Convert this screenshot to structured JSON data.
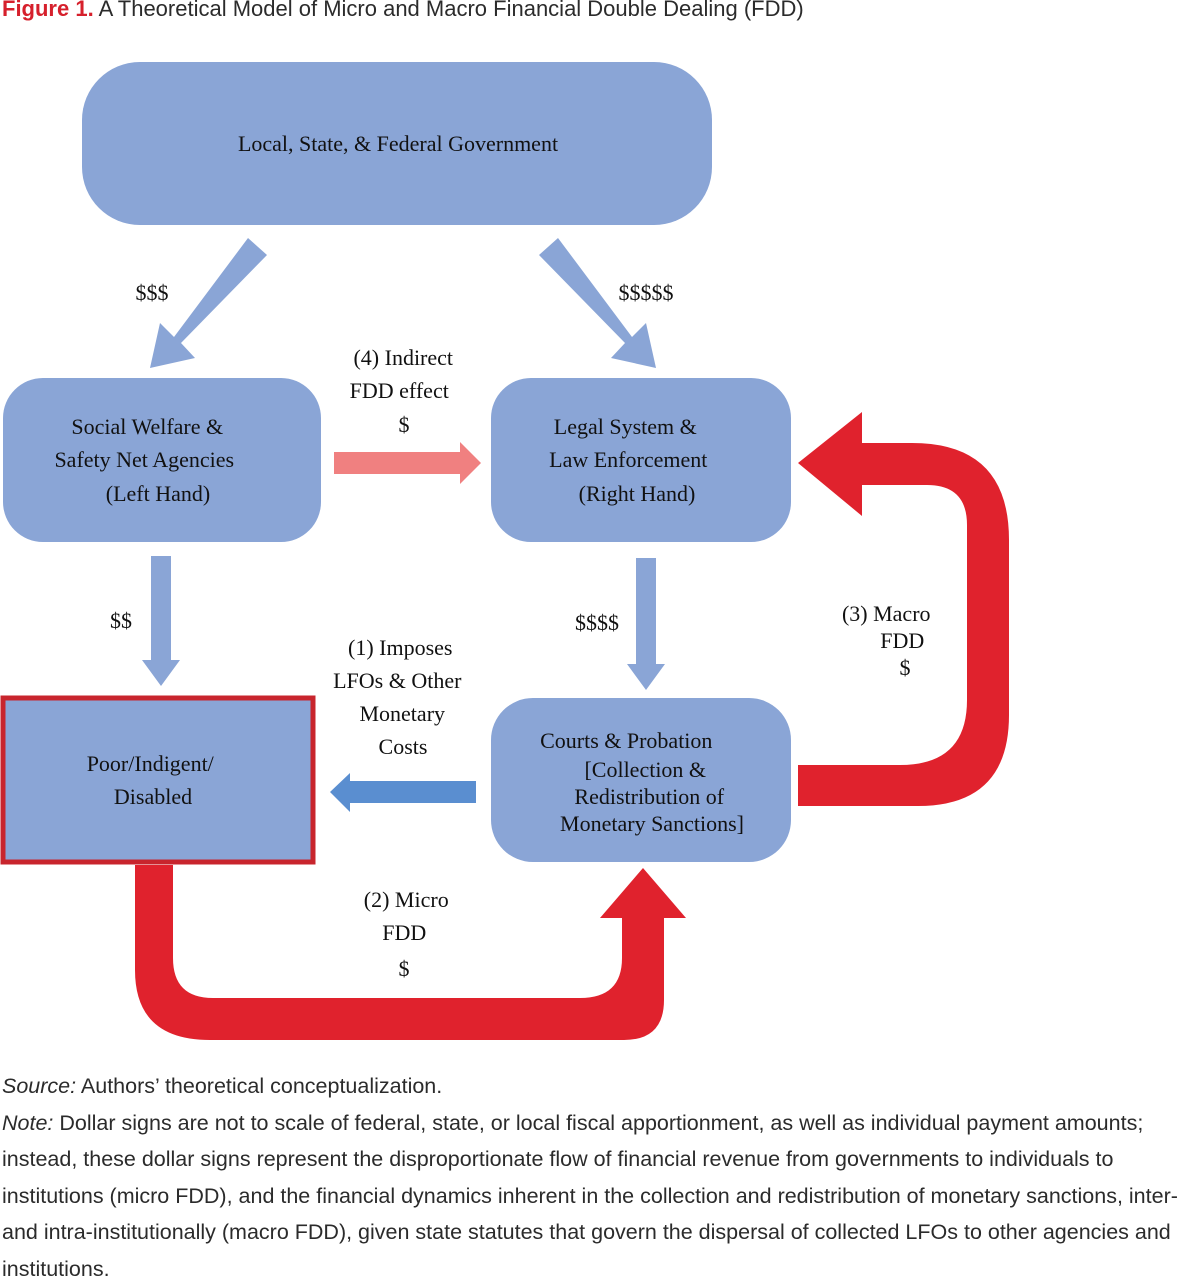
{
  "caption": {
    "label": "Figure 1.",
    "title": "A Theoretical Model of Micro and Macro Financial Double Dealing (FDD)"
  },
  "nodes": {
    "government": "Local, State, & Federal Government",
    "welfare": [
      "Social Welfare &",
      "Safety Net Agencies",
      "(Left Hand)"
    ],
    "legal": [
      "Legal System &",
      "Law Enforcement",
      "(Right Hand)"
    ],
    "poor": [
      "Poor/Indigent/",
      "Disabled"
    ],
    "courts": [
      "Courts & Probation",
      "[Collection &",
      "Redistribution of",
      "Monetary Sanctions]"
    ]
  },
  "flows": {
    "gov_to_welfare": "$$$",
    "gov_to_legal": "$$$$$",
    "welfare_to_poor": "$$",
    "legal_to_courts": "$$$$",
    "indirect": [
      "(4) Indirect",
      "FDD effect",
      "$"
    ],
    "imposes": [
      "(1) Imposes",
      "LFOs & Other",
      "Monetary",
      "Costs"
    ],
    "micro": [
      "(2) Micro",
      "FDD",
      "$"
    ],
    "macro": [
      "(3) Macro",
      "FDD",
      "$"
    ]
  },
  "colors": {
    "box_fill": "#8aa5d6",
    "blue_arrow": "#8aa5d6",
    "dark_blue_arrow": "#5a8ed0",
    "red": "#e0222d",
    "pink": "#f08080",
    "poor_border": "#c8252d"
  },
  "notes": {
    "source_label": "Source:",
    "source_text": "Authors’ theoretical conceptualization.",
    "note_label": "Note:",
    "note_text": "Dollar signs are not to scale of federal, state, or local fiscal apportionment, as well as individual payment amounts; instead, these dollar signs represent the disproportionate flow of financial revenue from governments to individuals to institutions (micro FDD), and the financial dynamics inherent in the collection and redistribution of monetary sanctions, inter- and intra-institutionally (macro FDD), given state statutes that govern the dispersal of collected LFOs to other agencies and institutions."
  }
}
